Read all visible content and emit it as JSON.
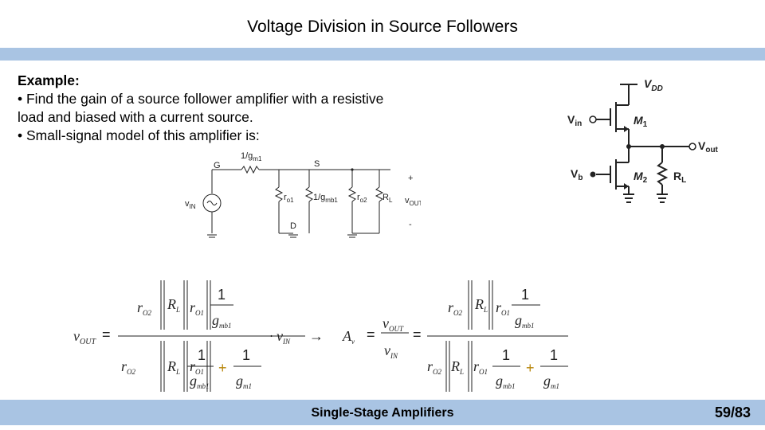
{
  "slide": {
    "title": "Voltage Division in Source Followers",
    "example_label": "Example:",
    "bullets": [
      "• Find the gain of a source follower amplifier with a resistive",
      "load and biased with a current source.",
      "• Small-signal model of this amplifier is:"
    ]
  },
  "small_signal_model": {
    "labels": {
      "g_node": "G",
      "s_node": "S",
      "d_node": "D",
      "gm1_resistor": "1/g",
      "gm1_sub": "m1",
      "ro1": "r",
      "ro1_sub": "o1",
      "gmb1": "1/g",
      "gmb1_sub": "mb1",
      "ro2": "r",
      "ro2_sub": "o2",
      "rl": "R",
      "rl_sub": "L",
      "vin": "v",
      "vin_sub": "IN",
      "vout": "v",
      "vout_sub": "OUT",
      "plus": "+",
      "minus": "-"
    }
  },
  "source_follower_circuit": {
    "labels": {
      "vdd": "V",
      "vdd_sub": "DD",
      "vin": "V",
      "vin_sub": "in",
      "m1": "M",
      "m1_sub": "1",
      "vout": "V",
      "vout_sub": "out",
      "vb": "V",
      "vb_sub": "b",
      "m2": "M",
      "m2_sub": "2",
      "rl": "R",
      "rl_sub": "L"
    }
  },
  "equations": {
    "vout_lhs": "v",
    "vout_sub": "OUT",
    "equals": "=",
    "ro2": "r",
    "ro2_sub": "O2",
    "rl": "R",
    "rl_sub": "L",
    "ro1": "r",
    "ro1_sub": "O1",
    "one": "1",
    "g": "g",
    "gmb1_sub": "mb1",
    "gm1_sub": "m1",
    "plus": "+",
    "dot_vin": "· v",
    "vin_sub": "IN",
    "arrow": "→",
    "av": "A",
    "av_sub": "v",
    "v": "v",
    "out_sub": "OUT",
    "in_sub": "IN"
  },
  "footer": {
    "title": "Single-Stage Amplifiers",
    "page": "59/83"
  }
}
